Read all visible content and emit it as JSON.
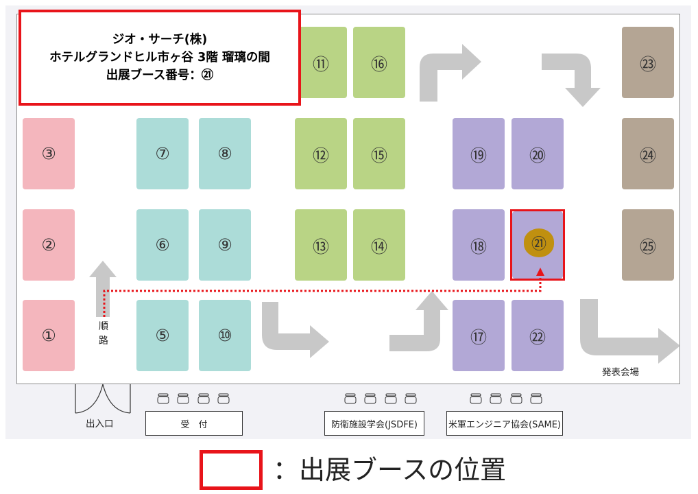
{
  "info": {
    "company": "ジオ・サーチ(株)",
    "venue": "ホテルグランドヒル市ヶ谷 3階 瑠璃の間",
    "booth": "出展ブース番号：㉑"
  },
  "booths": {
    "b1": "①",
    "b2": "②",
    "b3": "③",
    "b5": "⑤",
    "b6": "⑥",
    "b7": "⑦",
    "b8": "⑧",
    "b9": "⑨",
    "b10": "⑩",
    "b11": "⑪",
    "b12": "⑫",
    "b13": "⑬",
    "b14": "⑭",
    "b15": "⑮",
    "b16": "⑯",
    "b17": "⑰",
    "b18": "⑱",
    "b19": "⑲",
    "b20": "⑳",
    "b21": "㉑",
    "b22": "㉒",
    "b23": "㉓",
    "b24": "㉔",
    "b25": "㉕"
  },
  "route": [
    "順",
    "路"
  ],
  "entrance": "出入口",
  "reception": "受　付",
  "jsdfe": "防衛施設学会(JSDFE)",
  "same": "米軍エンジニア協会(SAME)",
  "presentation": "発表会場",
  "legend": "：出展ブースの位置",
  "colors": {
    "highlight": "#e8141a",
    "target_booth": "#c09010",
    "arrow": "#c8c8c8"
  }
}
